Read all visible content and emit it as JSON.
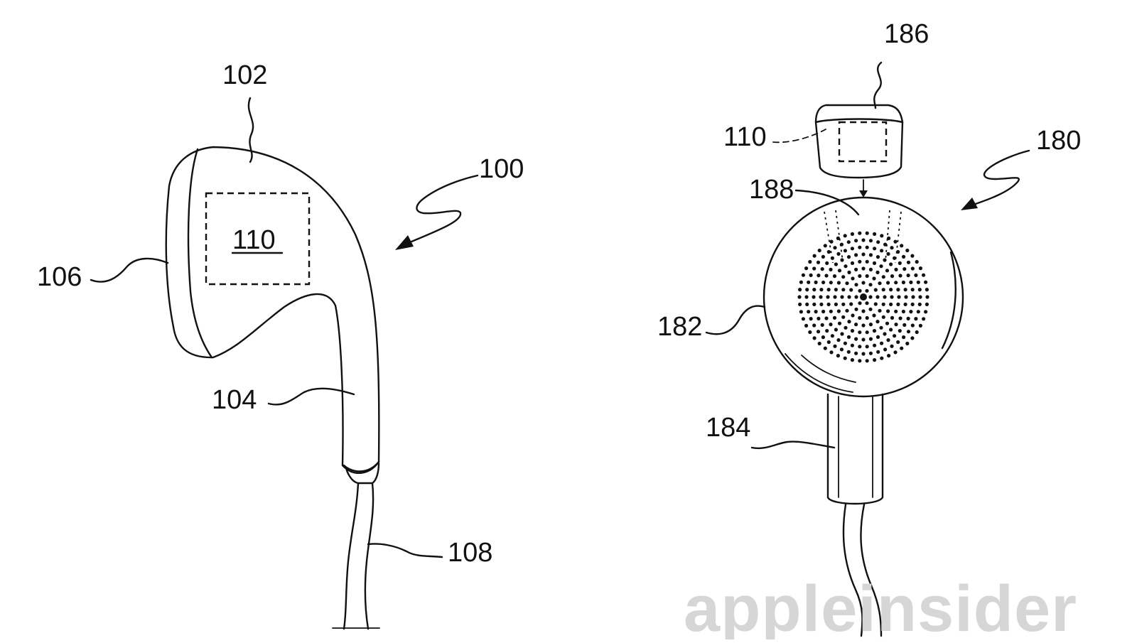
{
  "figure": {
    "left_view": {
      "labels": {
        "device": "100",
        "housing": "102",
        "stem": "104",
        "front_face": "106",
        "cable": "108",
        "component": "110"
      }
    },
    "right_view": {
      "labels": {
        "device": "180",
        "housing": "182",
        "stem": "184",
        "insert": "186",
        "port": "188",
        "component": "110"
      }
    },
    "watermark": "appleinsider"
  }
}
